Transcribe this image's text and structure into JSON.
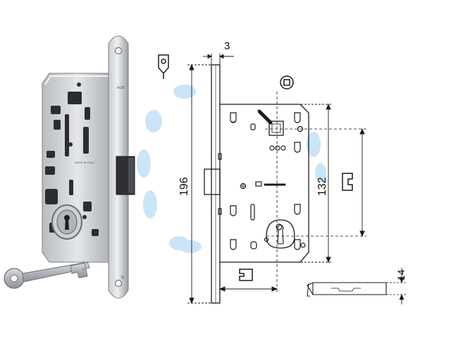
{
  "dimensions": {
    "plate_thickness": "3",
    "overall_height": "196",
    "spindle_to_key_distance": "132",
    "bolt_length": "14"
  },
  "product": {
    "engraved_brand": "AGB",
    "engraved_made_in": "MADE IN ITALY",
    "plate_mark": "5"
  },
  "icons": {
    "faceplate_profile": "faceplate-profile-icon",
    "spindle_square": "spindle-square-icon",
    "key_hole_square": "key-square-icon",
    "bolt_square": "bolt-square-icon"
  },
  "colors": {
    "line": "#1a1a1a",
    "watermark": "#9fd0ef",
    "steel_light": "#d9dcdf",
    "steel_dark": "#8d9196"
  }
}
